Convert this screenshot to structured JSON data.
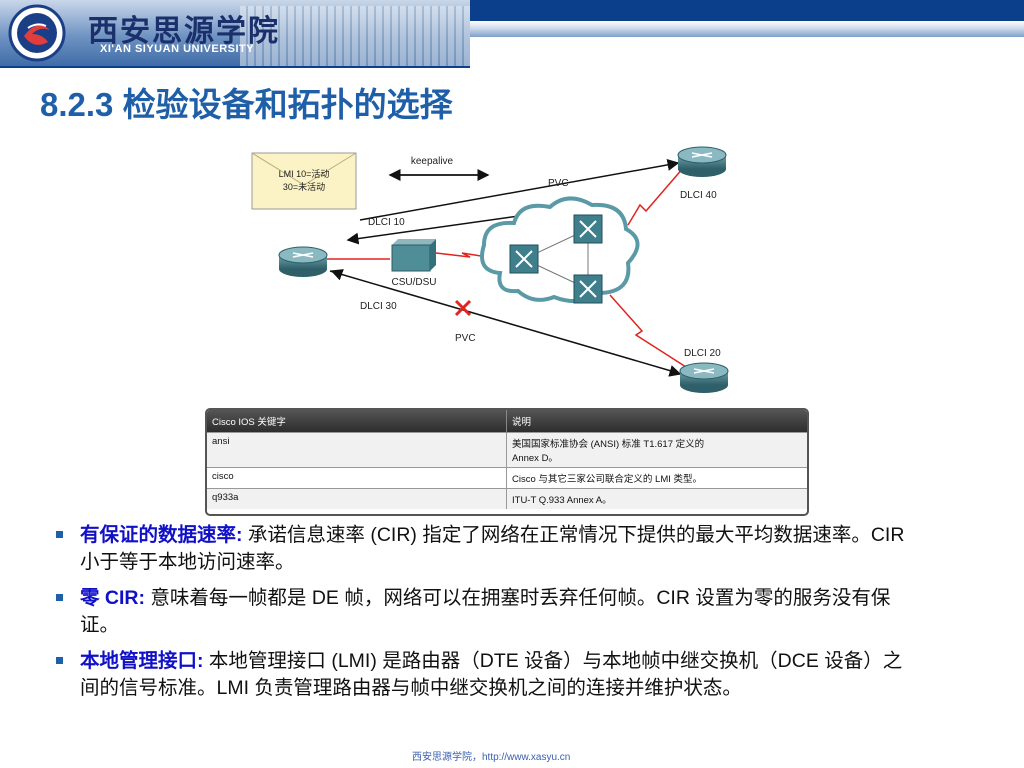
{
  "header": {
    "school_cn": "西安思源学院",
    "school_en": "XI'AN SIYUAN UNIVERSITY",
    "colors": {
      "banner_dark": "#0b3f8c",
      "title": "#1f5fa8",
      "lead": "#1010c8"
    }
  },
  "slide": {
    "title": "8.2.3 检验设备和拓扑的选择"
  },
  "diagram": {
    "envelope_line1": "LMI 10=活动",
    "envelope_line2": "30=未活动",
    "keepalive": "keepalive",
    "pvc_top": "PVC",
    "pvc_bottom": "PVC",
    "dlci_10": "DLCI 10",
    "dlci_30": "DLCI 30",
    "dlci_40": "DLCI 40",
    "dlci_20": "DLCI 20",
    "csu_dsu": "CSU/DSU",
    "icons": [
      "router-icon",
      "frame-relay-switch-icon",
      "csu-dsu-icon",
      "cloud-icon",
      "envelope-icon",
      "x-mark-icon"
    ]
  },
  "table": {
    "headers": [
      "Cisco IOS 关键字",
      "说明"
    ],
    "rows": [
      {
        "keyword": "ansi",
        "desc_line1": "美国国家标准协会 (ANSI) 标准 T1.617 定义的",
        "desc_line2": "Annex D。"
      },
      {
        "keyword": "cisco",
        "desc_line1": "Cisco 与其它三家公司联合定义的 LMI 类型。",
        "desc_line2": ""
      },
      {
        "keyword": "q933a",
        "desc_line1": "ITU-T Q.933 Annex A。",
        "desc_line2": ""
      }
    ]
  },
  "bullets": [
    {
      "lead": "有保证的数据速率:",
      "text": " 承诺信息速率 (CIR) 指定了网络在正常情况下提供的最大平均数据速率。CIR 小于等于本地访问速率。"
    },
    {
      "lead": "零 CIR:",
      "text": " 意味着每一帧都是 DE 帧，网络可以在拥塞时丢弃任何帧。CIR 设置为零的服务没有保证。"
    },
    {
      "lead": "本地管理接口:",
      "text": " 本地管理接口 (LMI) 是路由器（DTE 设备）与本地帧中继交换机（DCE 设备）之间的信号标准。LMI 负责管理路由器与帧中继交换机之间的连接并维护状态。"
    }
  ],
  "footer": {
    "text": "西安思源学院，http://www.xasyu.cn"
  }
}
